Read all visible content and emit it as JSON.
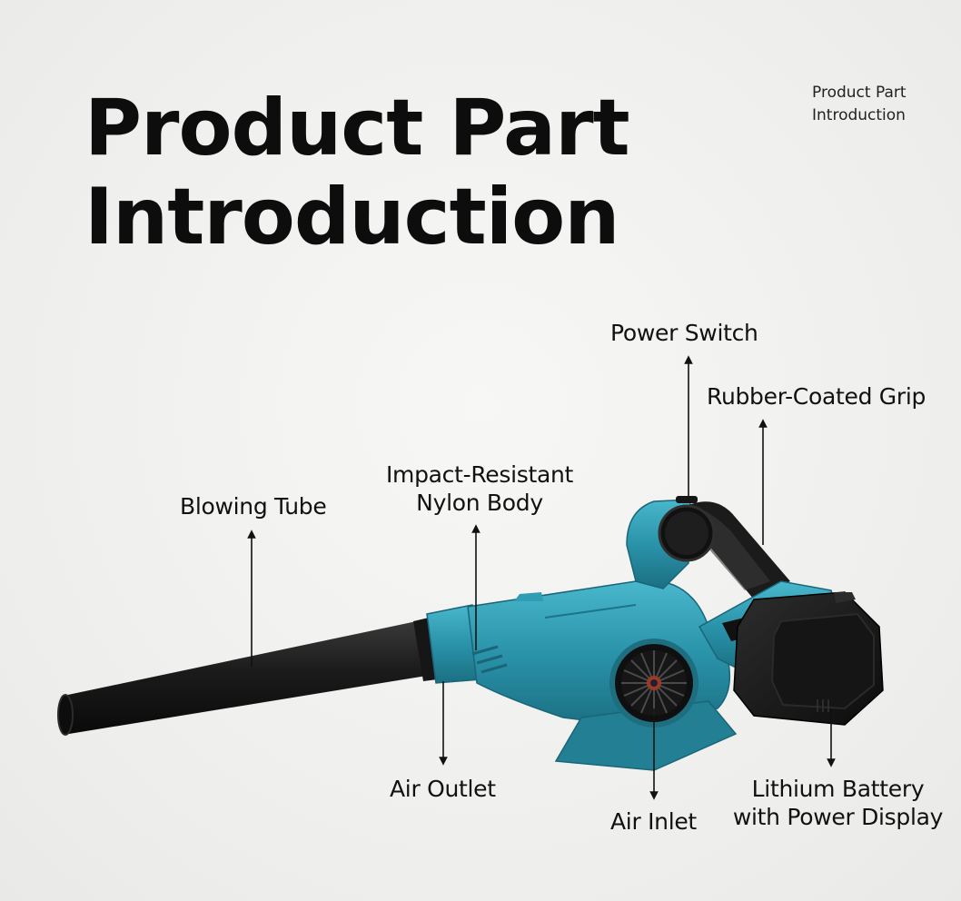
{
  "header": {
    "title_line1": "Product Part",
    "title_line2": "Introduction",
    "corner_line1": "Product Part",
    "corner_line2": "Introduction"
  },
  "labels": {
    "power_switch": "Power Switch",
    "grip": "Rubber-Coated Grip",
    "body_line1": "Impact-Resistant",
    "body_line2": "Nylon Body",
    "blowing_tube": "Blowing Tube",
    "air_outlet": "Air Outlet",
    "air_inlet": "Air Inlet",
    "battery_line1": "Lithium Battery",
    "battery_line2": "with Power Display"
  },
  "colors": {
    "body_teal": "#2a93aa",
    "tube_black": "#1a1a1a",
    "background": "#f1f1ef",
    "text": "#111111"
  }
}
